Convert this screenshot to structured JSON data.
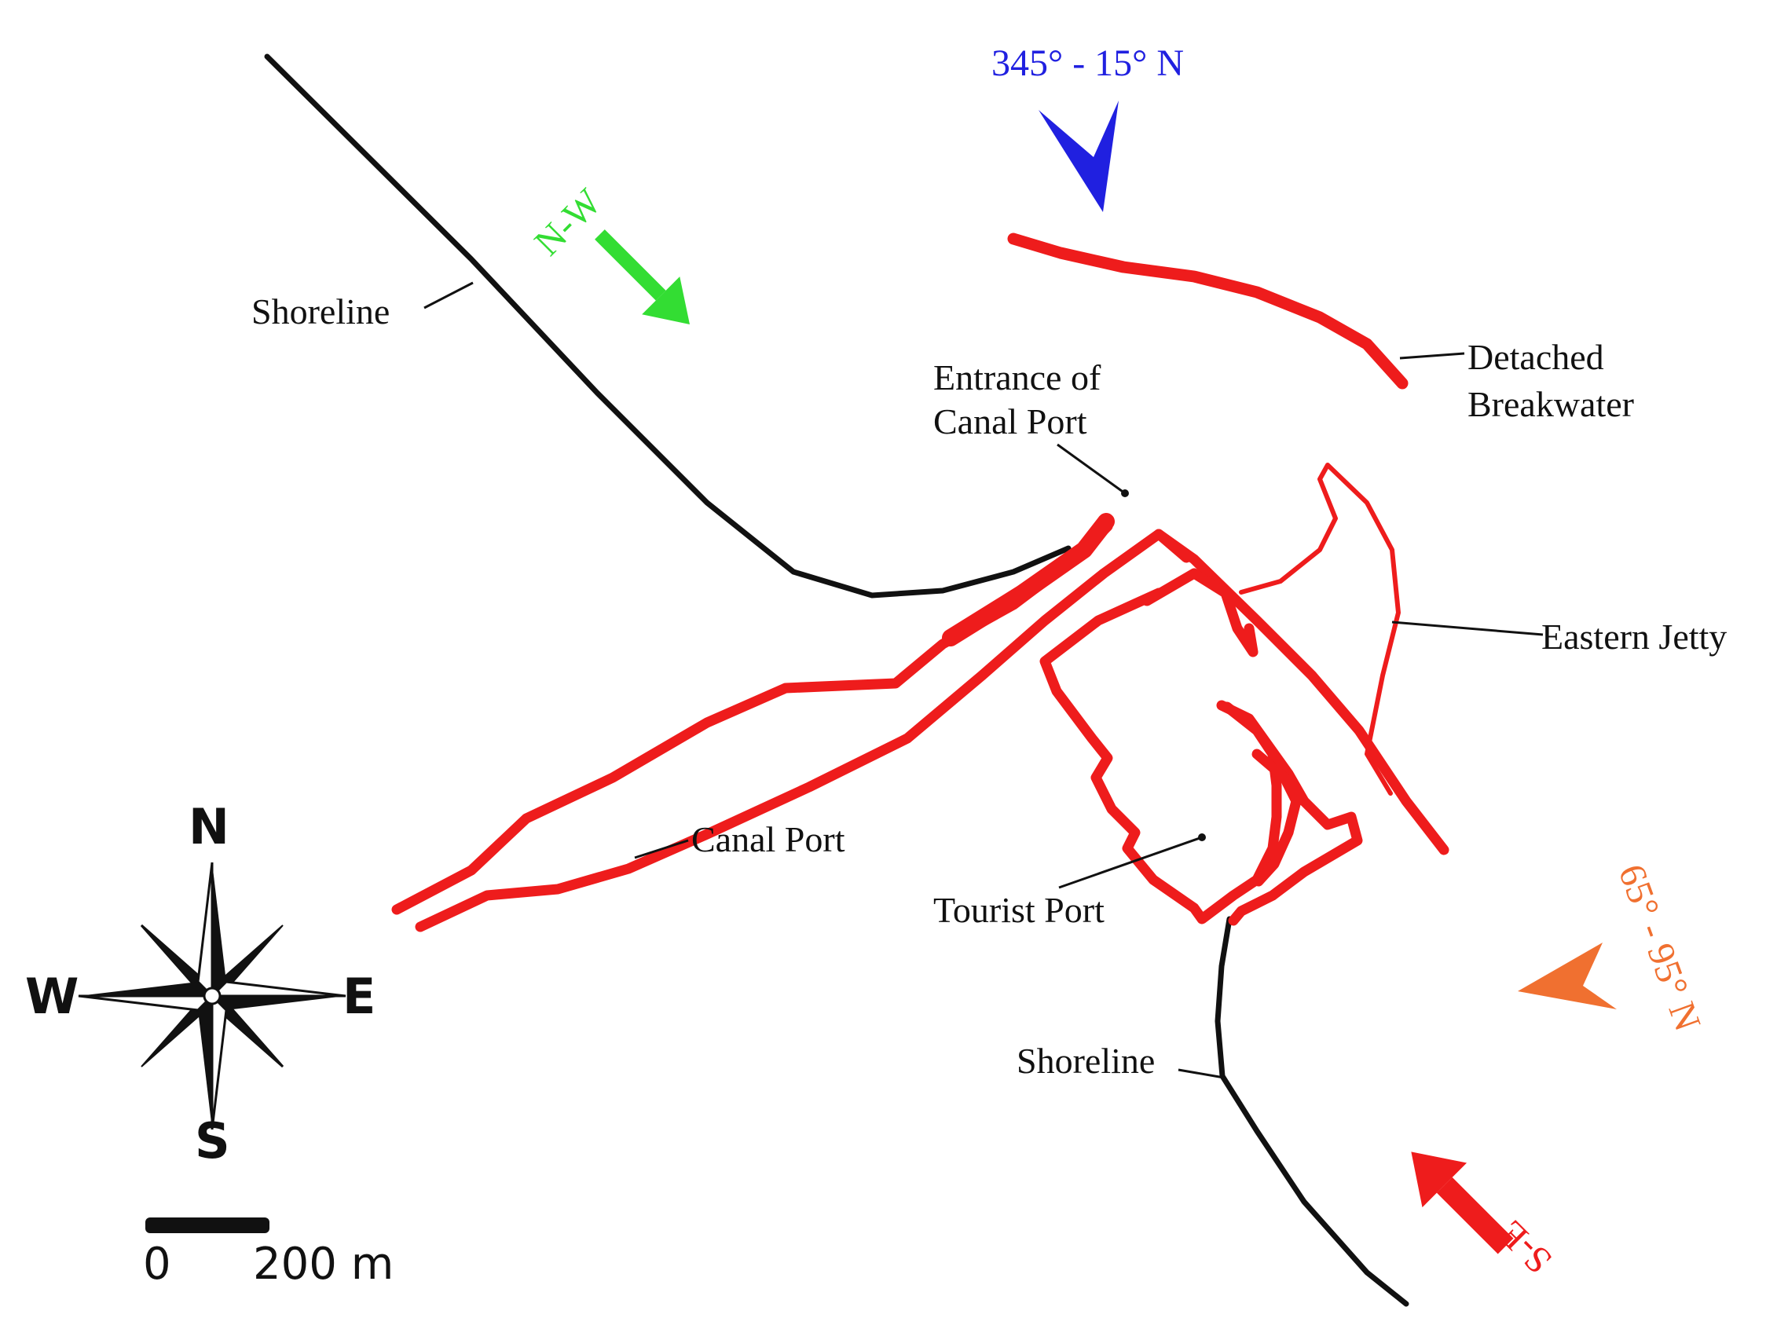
{
  "labels": {
    "shoreline_north": "Shoreline",
    "shoreline_south": "Shoreline",
    "entrance_line1": "Entrance of",
    "entrance_line2": "Canal Port",
    "detached_line1": "Detached",
    "detached_line2": "Breakwater",
    "eastern_jetty": "Eastern Jetty",
    "canal_port": "Canal Port",
    "tourist_port": "Tourist Port"
  },
  "wave_directions": {
    "north": {
      "label": "345° - 15° N",
      "color": "#2020e0"
    },
    "northwest": {
      "label": "N-W",
      "color": "#33dd33"
    },
    "east": {
      "label": "65° - 95° N",
      "color": "#f07030"
    },
    "southeast": {
      "label": "S-E",
      "color": "#ee1c1c"
    }
  },
  "compass": {
    "n": "N",
    "s": "S",
    "e": "E",
    "w": "W"
  },
  "scale_bar": {
    "start": "0",
    "end": "200 m"
  },
  "colors": {
    "structures": "#ee1c1c",
    "shoreline": "#111111"
  }
}
